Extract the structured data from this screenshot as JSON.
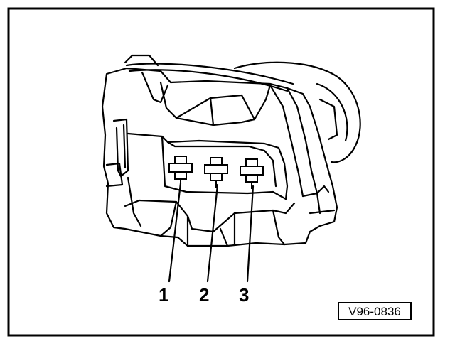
{
  "diagram": {
    "pin_labels": [
      "1",
      "2",
      "3"
    ],
    "reference_code": "V96-0836",
    "colors": {
      "line": "#000000",
      "background": "#ffffff"
    }
  }
}
